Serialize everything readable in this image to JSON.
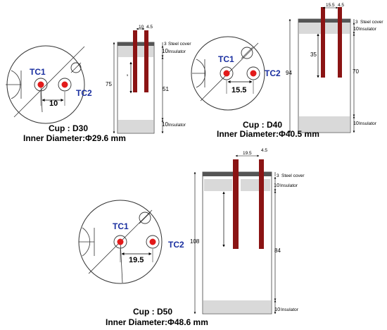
{
  "colors": {
    "rod": "#8b1414",
    "tc_dot": "#e21a1a",
    "tc_label": "#1a2fa0",
    "insulator": "#d9d9d9",
    "line": "#333333"
  },
  "labels": {
    "tc1": "TC1",
    "tc2": "TC2",
    "steel_cover": "Steel cover",
    "insulator": "Insulator",
    "diameter_title": "Inner Diameter:"
  },
  "cups": [
    {
      "cup_label": "Cup : D30",
      "inner_diameter": "Φ29.6 mm",
      "plan_spacing": "10",
      "top_spacing": "10",
      "rod_width": "4.5",
      "steel_cover_thickness": "3",
      "top_insulator": "10",
      "bottom_insulator": "10",
      "total_height": "75",
      "middle_height": "51",
      "small_mark": "5"
    },
    {
      "cup_label": "Cup : D40",
      "inner_diameter": "Φ40.5 mm",
      "plan_spacing": "15.5",
      "top_spacing": "15.5",
      "rod_width": "4.5",
      "steel_cover_thickness": "3",
      "top_insulator": "10",
      "bottom_insulator": "10",
      "total_height": "94",
      "middle_height": "70",
      "immersion_depth": "35"
    },
    {
      "cup_label": "Cup : D50",
      "inner_diameter": "Φ48.6 mm",
      "plan_spacing": "19.5",
      "top_spacing": "19.5",
      "rod_width": "4.5",
      "steel_cover_thickness": "3",
      "top_insulator": "10",
      "bottom_insulator": "10",
      "total_height": "108",
      "middle_height": "84"
    }
  ]
}
